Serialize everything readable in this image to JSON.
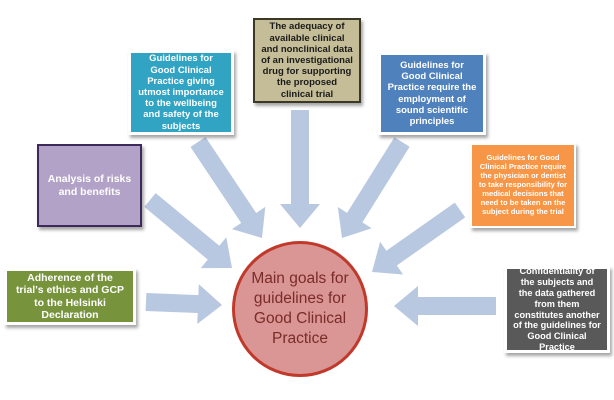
{
  "diagram": {
    "center": {
      "text": "Main goals for guidelines for Good Clinical Practice",
      "fill": "#d99694",
      "border": "#c0392b",
      "text_color": "#7b2b29"
    },
    "arrow_color": "#b8c8e0",
    "nodes": [
      {
        "id": "ethics",
        "text": "Adherence of the trial's ethics and GCP to the Helsinki Declaration",
        "fill": "#77933c",
        "border": "#ffffff",
        "text_color": "#ffffff"
      },
      {
        "id": "risks",
        "text": "Analysis of risks and benefits",
        "fill": "#b3a2c7",
        "border": "#3d2a5a",
        "text_color": "#ffffff"
      },
      {
        "id": "wellbeing",
        "text": "Guidelines for Good Clinical Practice giving utmost importance to the wellbeing and safety of the subjects",
        "fill": "#31a3c3",
        "border": "#ffffff",
        "text_color": "#ffffff"
      },
      {
        "id": "adequacy",
        "text": "The adequacy of available clinical and nonclinical data of an investigational drug for supporting the proposed clinical trial",
        "fill": "#c4bd97",
        "border": "#3b3826",
        "text_color": "#1a1a1a"
      },
      {
        "id": "scientific",
        "text": "Guidelines for Good Clinical Practice require the employment of sound scientific principles",
        "fill": "#4f81bd",
        "border": "#ffffff",
        "text_color": "#ffffff"
      },
      {
        "id": "physician",
        "text": "Guidelines for Good Clinical Practice require the physician or dentist to take responsibility for medical decisions that need to be taken on the subject during the trial",
        "fill": "#f79646",
        "border": "#ffffff",
        "text_color": "#ffffff"
      },
      {
        "id": "confidentiality",
        "text": "Confidentiality of the subjects and the data gathered from them constitutes another of the guidelines for Good Clinical Practice",
        "fill": "#595959",
        "border": "#ffffff",
        "text_color": "#ffffff"
      }
    ]
  }
}
